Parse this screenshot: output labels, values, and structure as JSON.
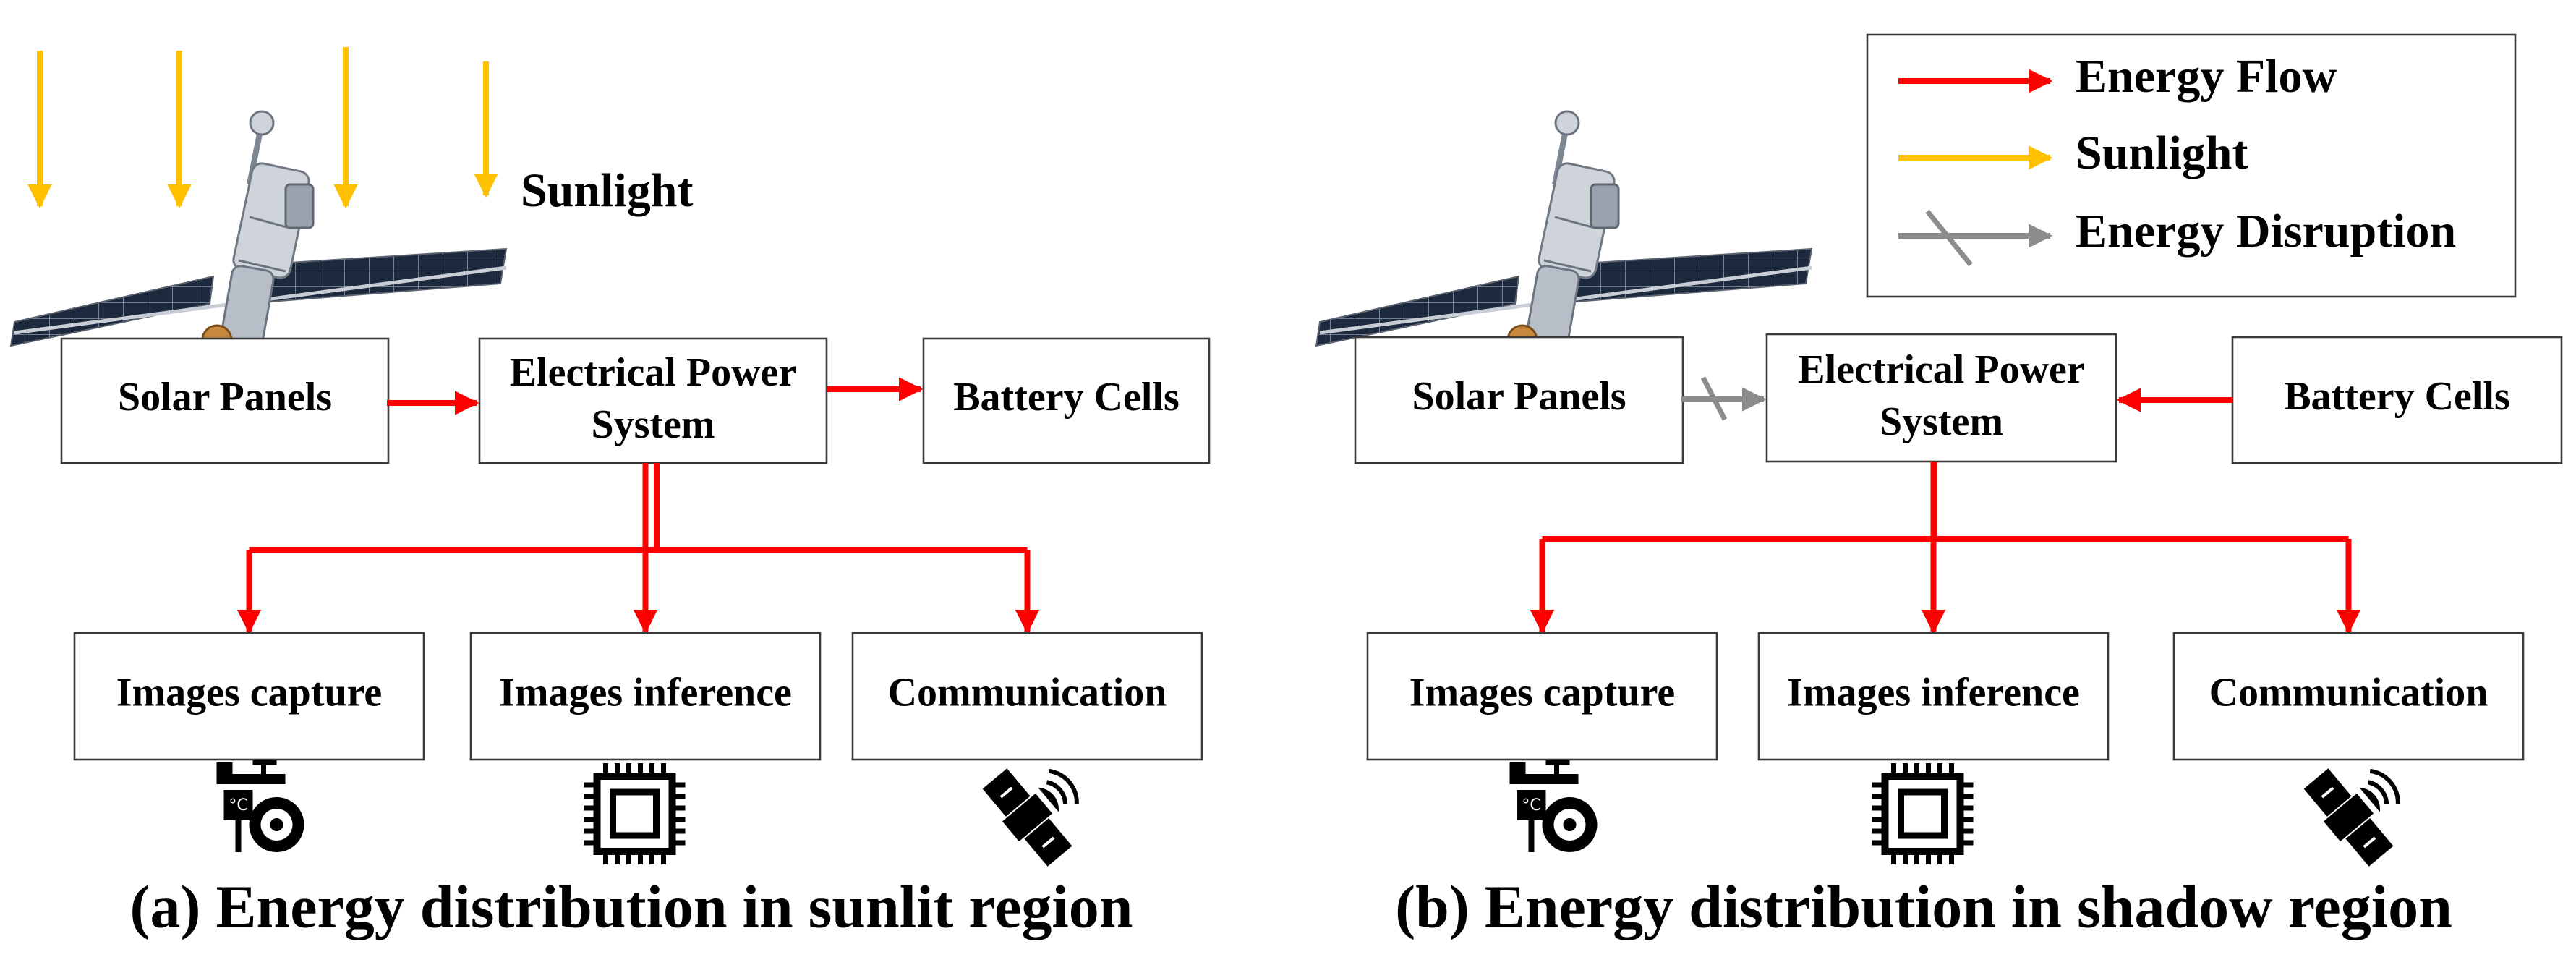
{
  "colors": {
    "energy_flow": "#ff0000",
    "sunlight": "#ffc000",
    "energy_disruption": "#8c8c8c",
    "box_border": "#3a3a3a",
    "text": "#000000"
  },
  "legend": {
    "items": [
      {
        "label": "Energy Flow",
        "kind": "energy-flow"
      },
      {
        "label": "Sunlight",
        "kind": "sunlight"
      },
      {
        "label": "Energy Disruption",
        "kind": "energy-disruption"
      }
    ]
  },
  "panels": [
    {
      "id": "a",
      "caption": "(a) Energy distribution in sunlit region",
      "sun_label": "Sunlight",
      "nodes": {
        "solar": "Solar Panels",
        "eps_line1": "Electrical Power",
        "eps_line2": "System",
        "battery": "Battery Cells",
        "capture": "Images capture",
        "inference": "Images inference",
        "comm": "Communication"
      },
      "battery_flow": "eps-to-battery",
      "solar_flow": "energy"
    },
    {
      "id": "b",
      "caption": "(b) Energy distribution in shadow region",
      "nodes": {
        "solar": "Solar Panels",
        "eps_line1": "Electrical Power",
        "eps_line2": "System",
        "battery": "Battery Cells",
        "capture": "Images capture",
        "inference": "Images inference",
        "comm": "Communication"
      },
      "battery_flow": "battery-to-eps",
      "solar_flow": "disrupted"
    }
  ],
  "icons": {
    "satellite": "space-station-icon",
    "camera": "camera-sensor-icon",
    "chip": "processor-chip-icon",
    "antenna": "satellite-antenna-icon"
  }
}
